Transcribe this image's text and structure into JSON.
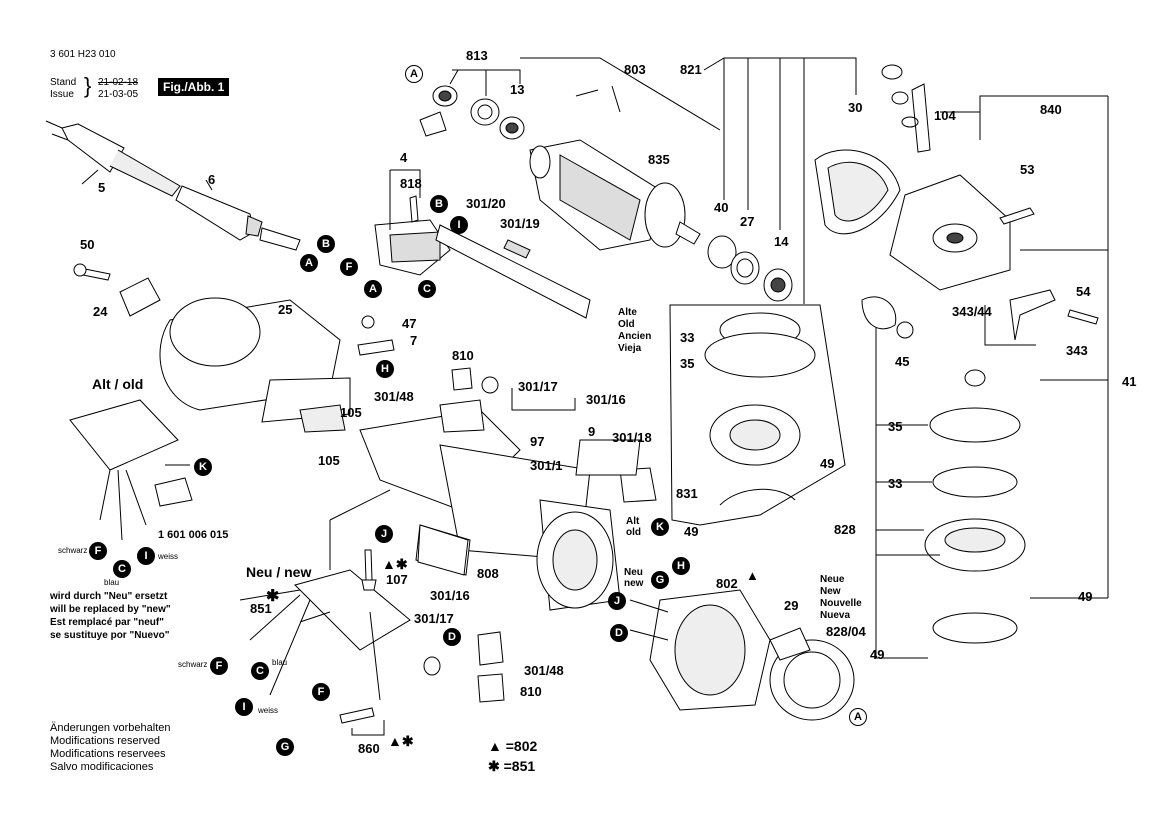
{
  "header": {
    "doc_number": "3 601 H23 010",
    "stand_label": "Stand",
    "issue_label": "Issue",
    "date_old": "21-02-18",
    "date_new": "21-03-05",
    "fig_label": "Fig./Abb. 1"
  },
  "parts": {
    "p813": "813",
    "p803": "803",
    "p821": "821",
    "p13": "13",
    "p30": "30",
    "p104": "104",
    "p840": "840",
    "p835": "835",
    "p4": "4",
    "p818": "818",
    "p5": "5",
    "p6": "6",
    "p301_20": "301/20",
    "p301_19": "301/19",
    "p40": "40",
    "p27": "27",
    "p14": "14",
    "p53": "53",
    "p50": "50",
    "p24": "24",
    "p25": "25",
    "p47": "47",
    "p7": "7",
    "p810a": "810",
    "p301_17a": "301/17",
    "p301_16a": "301/16",
    "p301_48a": "301/48",
    "p105a": "105",
    "p105b": "105",
    "p97": "97",
    "p9": "9",
    "p301_18": "301/18",
    "p301_1": "301/1",
    "p54": "54",
    "p343_44": "343/44",
    "p45": "45",
    "p343": "343",
    "p41": "41",
    "p33a": "33",
    "p35a": "35",
    "p49a": "49",
    "p831": "831",
    "p49b": "49",
    "p35b": "35",
    "p33b": "33",
    "p828": "828",
    "p49c": "49",
    "p828_04": "828/04",
    "p49d": "49",
    "p107": "107",
    "p808": "808",
    "p851": "851",
    "p301_16b": "301/16",
    "p301_17b": "301/17",
    "p301_48b": "301/48",
    "p810b": "810",
    "p802": "802",
    "p29": "29",
    "p860": "860",
    "p1601": "1 601 006 015"
  },
  "callouts": {
    "A": "A",
    "B": "B",
    "C": "C",
    "D": "D",
    "F": "F",
    "G": "G",
    "H": "H",
    "I": "I",
    "J": "J",
    "K": "K"
  },
  "labels": {
    "alt_old": "Alt / old",
    "neu_new": "Neu / new",
    "alte": [
      "Alte",
      "Old",
      "Ancien",
      "Vieja"
    ],
    "neue": [
      "Neue",
      "New",
      "Nouvelle",
      "Nueva"
    ],
    "alt_old_small": [
      "Alt",
      "old"
    ],
    "neu_new_small": [
      "Neu",
      "new"
    ],
    "schwarz": "schwarz",
    "blau": "blau",
    "weiss": "weiss",
    "replaced": [
      "wird durch \"Neu\" ersetzt",
      "will be replaced by \"new\"",
      "Est remplacé par \"neuf\"",
      "se sustituye por \"Nuevo\""
    ],
    "footer": [
      "Änderungen vorbehalten",
      "Modifications reserved",
      "Modifications reservees",
      "Salvo modificaciones"
    ],
    "legend_tri": "▲ =802",
    "legend_star": "✱ =851",
    "tri_star": "▲✱",
    "tri": "▲",
    "star": "✱"
  }
}
